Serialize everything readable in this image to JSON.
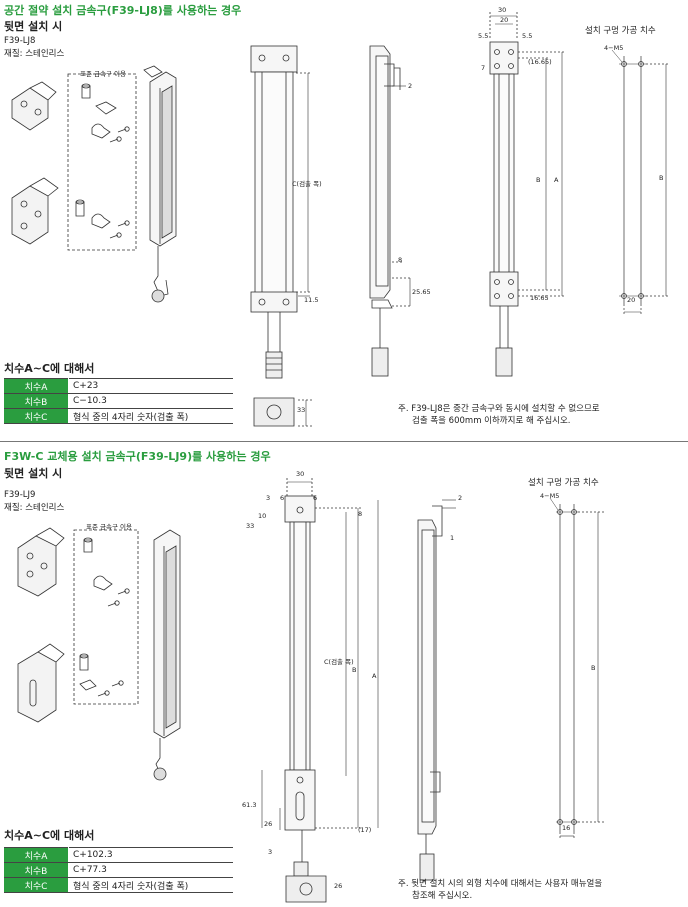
{
  "section1": {
    "title": "공간 절약 설치 금속구(F39-LJ8)를 사용하는 경우",
    "subtitle": "뒷면 설치 시",
    "model": "F39-LJ8",
    "material": "재질: 스테인리스",
    "parts_label": "표준 금속구 이용",
    "mount_title": "설치 구멍 가공 치수",
    "table_title": "치수A~C에 대해서",
    "rows": [
      {
        "key": "치수A",
        "value": "C+23"
      },
      {
        "key": "치수B",
        "value": "C−10.3"
      },
      {
        "key": "치수C",
        "value": "형식 중의 4자리 숫자(검출 폭)"
      }
    ],
    "note_line1": "주. F39-LJ8은 중간 금속구와 동시에 설치할 수 없으므로",
    "note_line2": "검출 폭을 600mm 이하까지로 해 주십시오.",
    "dims": {
      "w30": "30",
      "w20": "20",
      "d55a": "5.5",
      "d55b": "5.5",
      "d7": "7",
      "d1665top": "(16.65)",
      "d2": "2",
      "d8": "8",
      "d115": "11.5",
      "d2565": "25.65",
      "d1665bot": "16.65",
      "d33": "33",
      "labC": "C(검출 폭)",
      "labB": "B",
      "labA": "A",
      "m4": "4−M5",
      "mB": "B",
      "m20": "20"
    }
  },
  "section2": {
    "title": "F3W-C 교체용 설치 금속구(F39-LJ9)를 사용하는 경우",
    "subtitle": "뒷면 설치 시",
    "model": "F39-LJ9",
    "material": "재질: 스테인리스",
    "parts_label": "표준 금속구 이용",
    "mount_title": "설치 구멍 가공 치수",
    "table_title": "치수A~C에 대해서",
    "rows": [
      {
        "key": "치수A",
        "value": "C+102.3"
      },
      {
        "key": "치수B",
        "value": "C+77.3"
      },
      {
        "key": "치수C",
        "value": "형식 중의 4자리 숫자(검출 폭)"
      }
    ],
    "note_line1": "주. 뒷면 설치 시의 외형 치수에 대해서는 사용자 매뉴얼을",
    "note_line2": "참조해 주십시오.",
    "dims": {
      "w30": "30",
      "d3a": "3",
      "d6a": "6",
      "d6b": "6",
      "d10": "10",
      "d33": "33",
      "d8": "8",
      "d2": "2",
      "d1": "1",
      "labC": "C(검출 폭)",
      "labB": "B",
      "labA": "A",
      "d613": "61.3",
      "d26": "26",
      "d3b": "3",
      "d17": "(17)",
      "d26b": "26",
      "m4": "4−M5",
      "mB": "B",
      "m16": "16"
    }
  },
  "colors": {
    "accent": "#2a9d3f",
    "line": "#444444"
  }
}
